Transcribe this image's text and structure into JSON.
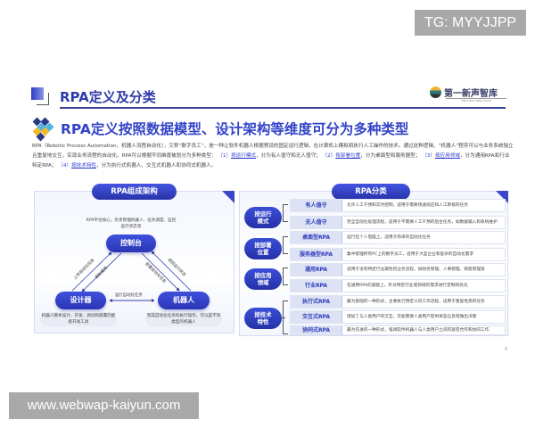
{
  "overlays": {
    "tg_badge": "TG: MYYJJPP",
    "site_badge": "www.webwap-kaiyun.com"
  },
  "header": {
    "section_title": "RPA定义及分类",
    "brand_name": "第一新声智库",
    "brand_subtitle": "THE FIRST NEW VOICE",
    "brand_icon": "globe-logo-icon"
  },
  "headline": "RPA定义按照数据模型、设计架构等维度可分为多种类型",
  "intro": {
    "p1": "RPA（Robotic Process Automation，机器人流程自动化），又称“数字员工”，是一种让软件机器人根据预设的固定运行逻辑，在计算机上模拟和执行人工操作的技术。通过这种逻辑，“机器人”程序可以与业务系统独立且重复地交互，实现业务流程的自动化。RPA可以根据不同维度被划分为多种类型：",
    "t1_prefix": "（1）",
    "t1": "按运行模式",
    "t1_rest": "，分为有人值守和无人值守；",
    "t2_prefix": "（2）",
    "t2": "按部署位置",
    "t2_rest": "，分为桌面型和服务器型；",
    "t3_prefix": "（3）",
    "t3": "按应用领域",
    "t3_rest": "，分为通用RPA和行业特定RPA；",
    "t4_prefix": "（4）",
    "t4": "按技术特性",
    "t4_rest": "，分为执行式机器人、交互式机器人和协同式机器人。"
  },
  "architecture": {
    "title": "RPA组成架构",
    "control": {
      "label": "控制台",
      "note": "RPA平台核心，负责管理机器人、任务调度、监控运行状态等"
    },
    "designer": {
      "label": "设计器",
      "note": "机器人脚本设计、开发、调试和部署的配套开发工具"
    },
    "robot": {
      "label": "机器人",
      "note": "完成自动化任务的执行操作，可以是不同类型的机器人"
    },
    "arrows": {
      "designer_to_control": "上传自动化任务",
      "control_to_designer": "授权使用",
      "control_to_robot": "部署自动化任务",
      "robot_to_control": "返回运行状态",
      "designer_robot": "运行自动化任务"
    }
  },
  "classification": {
    "title": "RPA分类",
    "groups": [
      {
        "label_l1": "按运行",
        "label_l2": "模式",
        "items": [
          {
            "name": "有人值守",
            "desc": "允许人工干预和实时控制，适用于需要快速响应和人工审核的任务"
          },
          {
            "name": "无人值守",
            "desc": "完全自动化处理流程，适用于不需要人工干预的后台任务，如数据输入和系统维护"
          }
        ]
      },
      {
        "label_l1": "按部署",
        "label_l2": "位置",
        "items": [
          {
            "name": "桌面型RPA",
            "desc": "运行在个人电脑上，适用于简单的自动化任务"
          },
          {
            "name": "服务器型RPA",
            "desc": "集中管理所有PC上的数字员工，适用于大型企业和复杂的自动化需求"
          }
        ]
      },
      {
        "label_l1": "按应用",
        "label_l2": "领域",
        "items": [
          {
            "name": "通用RPA",
            "desc": "适用于没有特定行业属性的业务流程，如财务管理、人事管理、销售管理等"
          },
          {
            "name": "行业RPA",
            "desc": "在通用RPA的基础上，针对特定行业或领域的需求进行定制和优化"
          }
        ]
      },
      {
        "label_l1": "按技术",
        "label_l2": "特性",
        "items": [
          {
            "name": "执行式RPA",
            "desc": "最为基础的一种形式，主要执行预定义的工作流程，适用于重复性高的任务"
          },
          {
            "name": "交互式RPA",
            "desc": "增加了与人类用户的交互，可能需要人类用户提供某些信息或做出决策"
          },
          {
            "name": "协同式RPA",
            "desc": "最为先进的一种形式，强调软件机器人与人类用户之间的紧密合作和协同工作"
          }
        ]
      }
    ]
  },
  "footer": {
    "page_number": "5"
  },
  "colors": {
    "primary": "#2f3ba8",
    "accent": "#3344c8",
    "badge_gray": "#a9a9a9"
  }
}
